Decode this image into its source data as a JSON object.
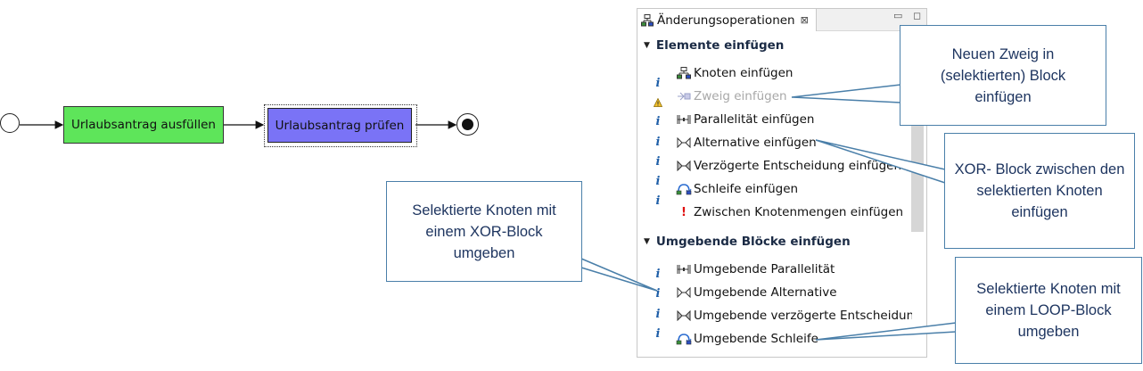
{
  "diagram": {
    "task1_label": "Urlaubsantrag ausfüllen",
    "task2_label": "Urlaubsantrag prüfen",
    "task1_color": "#5ee55a",
    "task2_color": "#7a73f6"
  },
  "panel": {
    "title": "Änderungsoperationen",
    "close_glyph": "⊠",
    "minimize_glyph": "▭",
    "maximize_glyph": "◻",
    "section1": "Elemente einfügen",
    "section2": "Umgebende Blöcke einfügen",
    "items1": [
      {
        "label": "Knoten einfügen",
        "status": "info",
        "icon": "node-insert-icon"
      },
      {
        "label": "Zweig einfügen",
        "status": "warning",
        "icon": "branch-insert-icon",
        "disabled": true
      },
      {
        "label": "Parallelität einfügen",
        "status": "info",
        "icon": "parallel-icon"
      },
      {
        "label": "Alternative einfügen",
        "status": "info",
        "icon": "alternative-icon"
      },
      {
        "label": "Verzögerte Entscheidung einfügen",
        "status": "info",
        "icon": "deferred-choice-icon"
      },
      {
        "label": "Schleife einfügen",
        "status": "info",
        "icon": "loop-icon"
      },
      {
        "label": "Zwischen Knotenmengen einfügen",
        "status": "error",
        "icon": "exclamation-icon"
      }
    ],
    "items2": [
      {
        "label": "Umgebende Parallelität",
        "status": "info",
        "icon": "parallel-icon"
      },
      {
        "label": "Umgebende Alternative",
        "status": "info",
        "icon": "alternative-icon"
      },
      {
        "label": "Umgebende verzögerte Entscheidung",
        "status": "info",
        "icon": "deferred-choice-icon"
      },
      {
        "label": "Umgebende Schleife",
        "status": "info",
        "icon": "loop-icon"
      }
    ],
    "info_glyph": "i",
    "error_glyph": "!"
  },
  "callouts": {
    "branch": "Neuen Zweig in\n(selektierten) Block\neinfügen",
    "xor_insert": "XOR- Block zwischen den\nselektierten Knoten\neinfügen",
    "xor_surround": "Selektierte Knoten mit\neinem XOR-Block\numgeben",
    "loop_surround": "Selektierte Knoten mit\neinem LOOP-Block\numgeben"
  }
}
